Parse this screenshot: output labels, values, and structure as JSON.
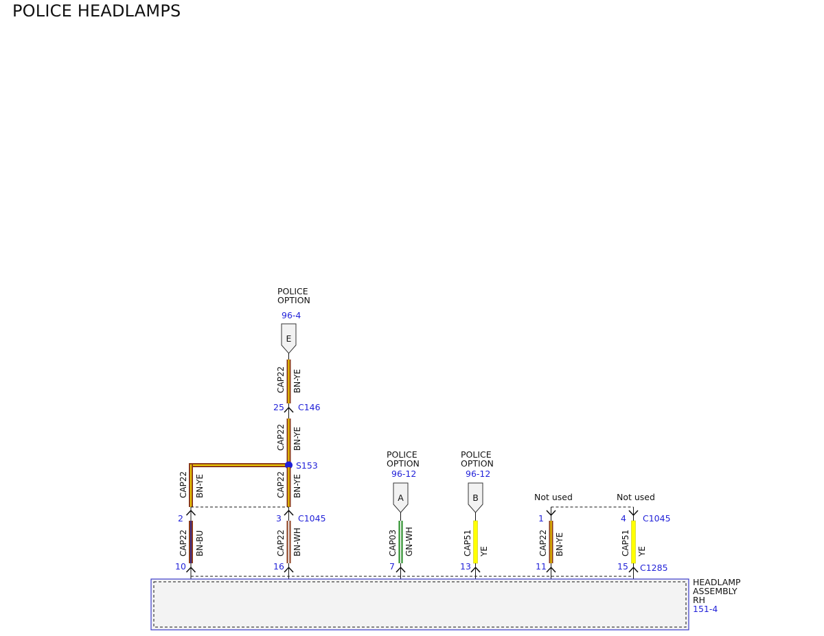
{
  "title": "POLICE HEADLAMPS",
  "colors": {
    "brown": "#8b3a1a",
    "yellow_stripe": "#f0d000",
    "blue_stripe": "#3a2a8c",
    "white_stripe": "#f5f5f5",
    "green": "#1f8a1f",
    "yellow": "#ffff00",
    "pin_blue": "#1f1fd8",
    "component_border": "#3838c8",
    "component_fill": "#f3f3f3"
  },
  "connectors": {
    "c146": {
      "label": "C146",
      "pin": "25"
    },
    "c1045_left": {
      "label": "C1045",
      "pins": [
        "2",
        "3"
      ]
    },
    "c1045_right": {
      "label": "C1045",
      "pins": [
        "1",
        "4"
      ]
    },
    "c1285": {
      "label": "C1285",
      "pins": [
        "10",
        "16",
        "7",
        "13",
        "11",
        "15"
      ]
    }
  },
  "splice": {
    "label": "S153"
  },
  "references": {
    "e": {
      "letter": "E",
      "label_line1": "POLICE",
      "label_line2": "OPTION",
      "ref": "96-4"
    },
    "a": {
      "letter": "A",
      "label_line1": "POLICE",
      "label_line2": "OPTION",
      "ref": "96-12"
    },
    "b": {
      "letter": "B",
      "label_line1": "POLICE",
      "label_line2": "OPTION",
      "ref": "96-12"
    }
  },
  "not_used": {
    "left": "Not used",
    "right": "Not used"
  },
  "wires": {
    "w1": {
      "circuit": "CAP22",
      "color": "BN-YE"
    },
    "w2": {
      "circuit": "CAP22",
      "color": "BN-YE"
    },
    "w3": {
      "circuit": "CAP22",
      "color": "BN-YE"
    },
    "w4": {
      "circuit": "CAP22",
      "color": "BN-YE"
    },
    "w5": {
      "circuit": "CAP22",
      "color": "BN-BU"
    },
    "w6": {
      "circuit": "CAP22",
      "color": "BN-WH"
    },
    "w7": {
      "circuit": "CAP03",
      "color": "GN-WH"
    },
    "w8": {
      "circuit": "CAP51",
      "color": "YE"
    },
    "w9": {
      "circuit": "CAP22",
      "color": "BN-YE"
    },
    "w10": {
      "circuit": "CAP51",
      "color": "YE"
    }
  },
  "component": {
    "line1": "HEADLAMP",
    "line2": "ASSEMBLY",
    "line3": "RH",
    "ref": "151-4"
  }
}
